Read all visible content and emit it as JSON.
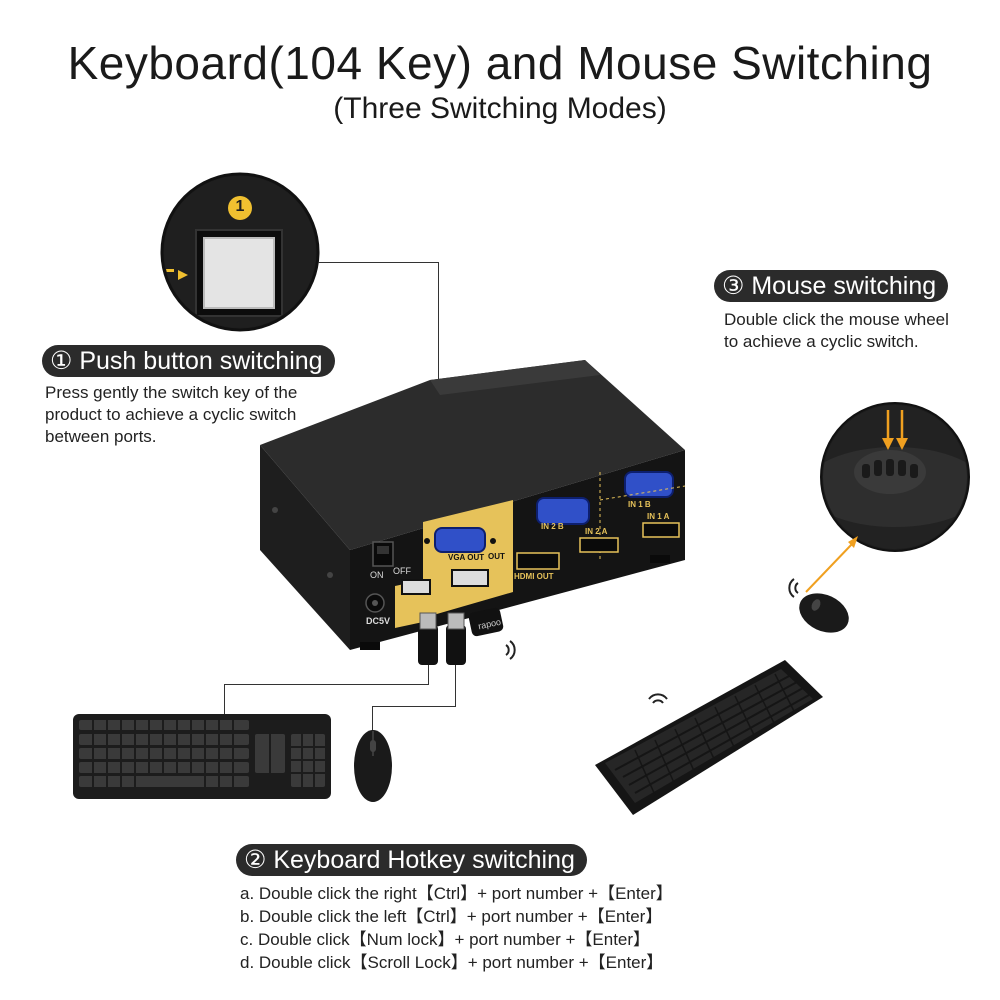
{
  "header": {
    "title": "Keyboard(104 Key) and Mouse Switching",
    "subtitle": "(Three Switching Modes)"
  },
  "push_button": {
    "heading": "① Push button switching",
    "description": [
      "Press gently the switch key of the",
      "product to achieve a cyclic switch",
      "between ports."
    ],
    "button_number": "1"
  },
  "mouse_switching": {
    "heading": "③ Mouse switching",
    "description": [
      "Double click the mouse wheel",
      "to achieve a cyclic switch."
    ]
  },
  "hotkey_switching": {
    "heading": "② Keyboard Hotkey switching",
    "steps": [
      "a. Double click the right【Ctrl】+ port number +【Enter】",
      "b. Double click the left【Ctrl】+ port number +【Enter】",
      "c. Double click【Num lock】+ port number +【Enter】",
      "d. Double click【Scroll Lock】+ port number +【Enter】"
    ]
  },
  "device_labels": {
    "power_on": "ON",
    "power_off": "OFF",
    "dc_in": "DC5V",
    "vga_out": "VGA OUT",
    "out": "OUT",
    "hdmi_out": "HDMI OUT",
    "in2b": "IN 2 B",
    "in1b": "IN 1 B",
    "in2a": "IN 2 A",
    "in1a": "IN 1 A",
    "dongle_brand": "rapoo"
  },
  "colors": {
    "panel_yellow": "#e6c25a",
    "pill_bg": "#2b2b2b",
    "arrow_orange": "#f0a020",
    "vga_blue": "#3050c8"
  }
}
